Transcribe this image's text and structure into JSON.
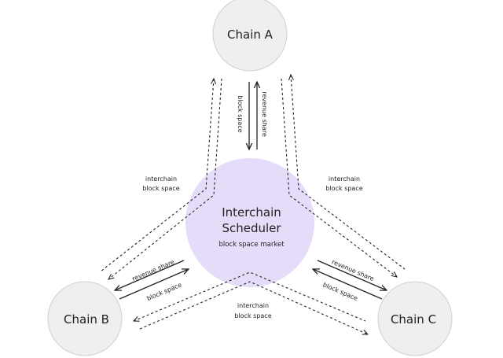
{
  "nodes": {
    "chain_a": "Chain A",
    "chain_b": "Chain B",
    "chain_c": "Chain C"
  },
  "scheduler": {
    "title_line1": "Interchain",
    "title_line2": "Scheduler",
    "subtitle": "block space market"
  },
  "labels": {
    "revenue_share": "revenue share",
    "block_space": "block space",
    "interchain_line1": "interchain",
    "interchain_line2": "block space"
  },
  "colors": {
    "chain_fill": "#efefef",
    "chain_stroke": "#cfcfcf",
    "scheduler_fill": "#e4dcf8",
    "line": "#222222"
  }
}
